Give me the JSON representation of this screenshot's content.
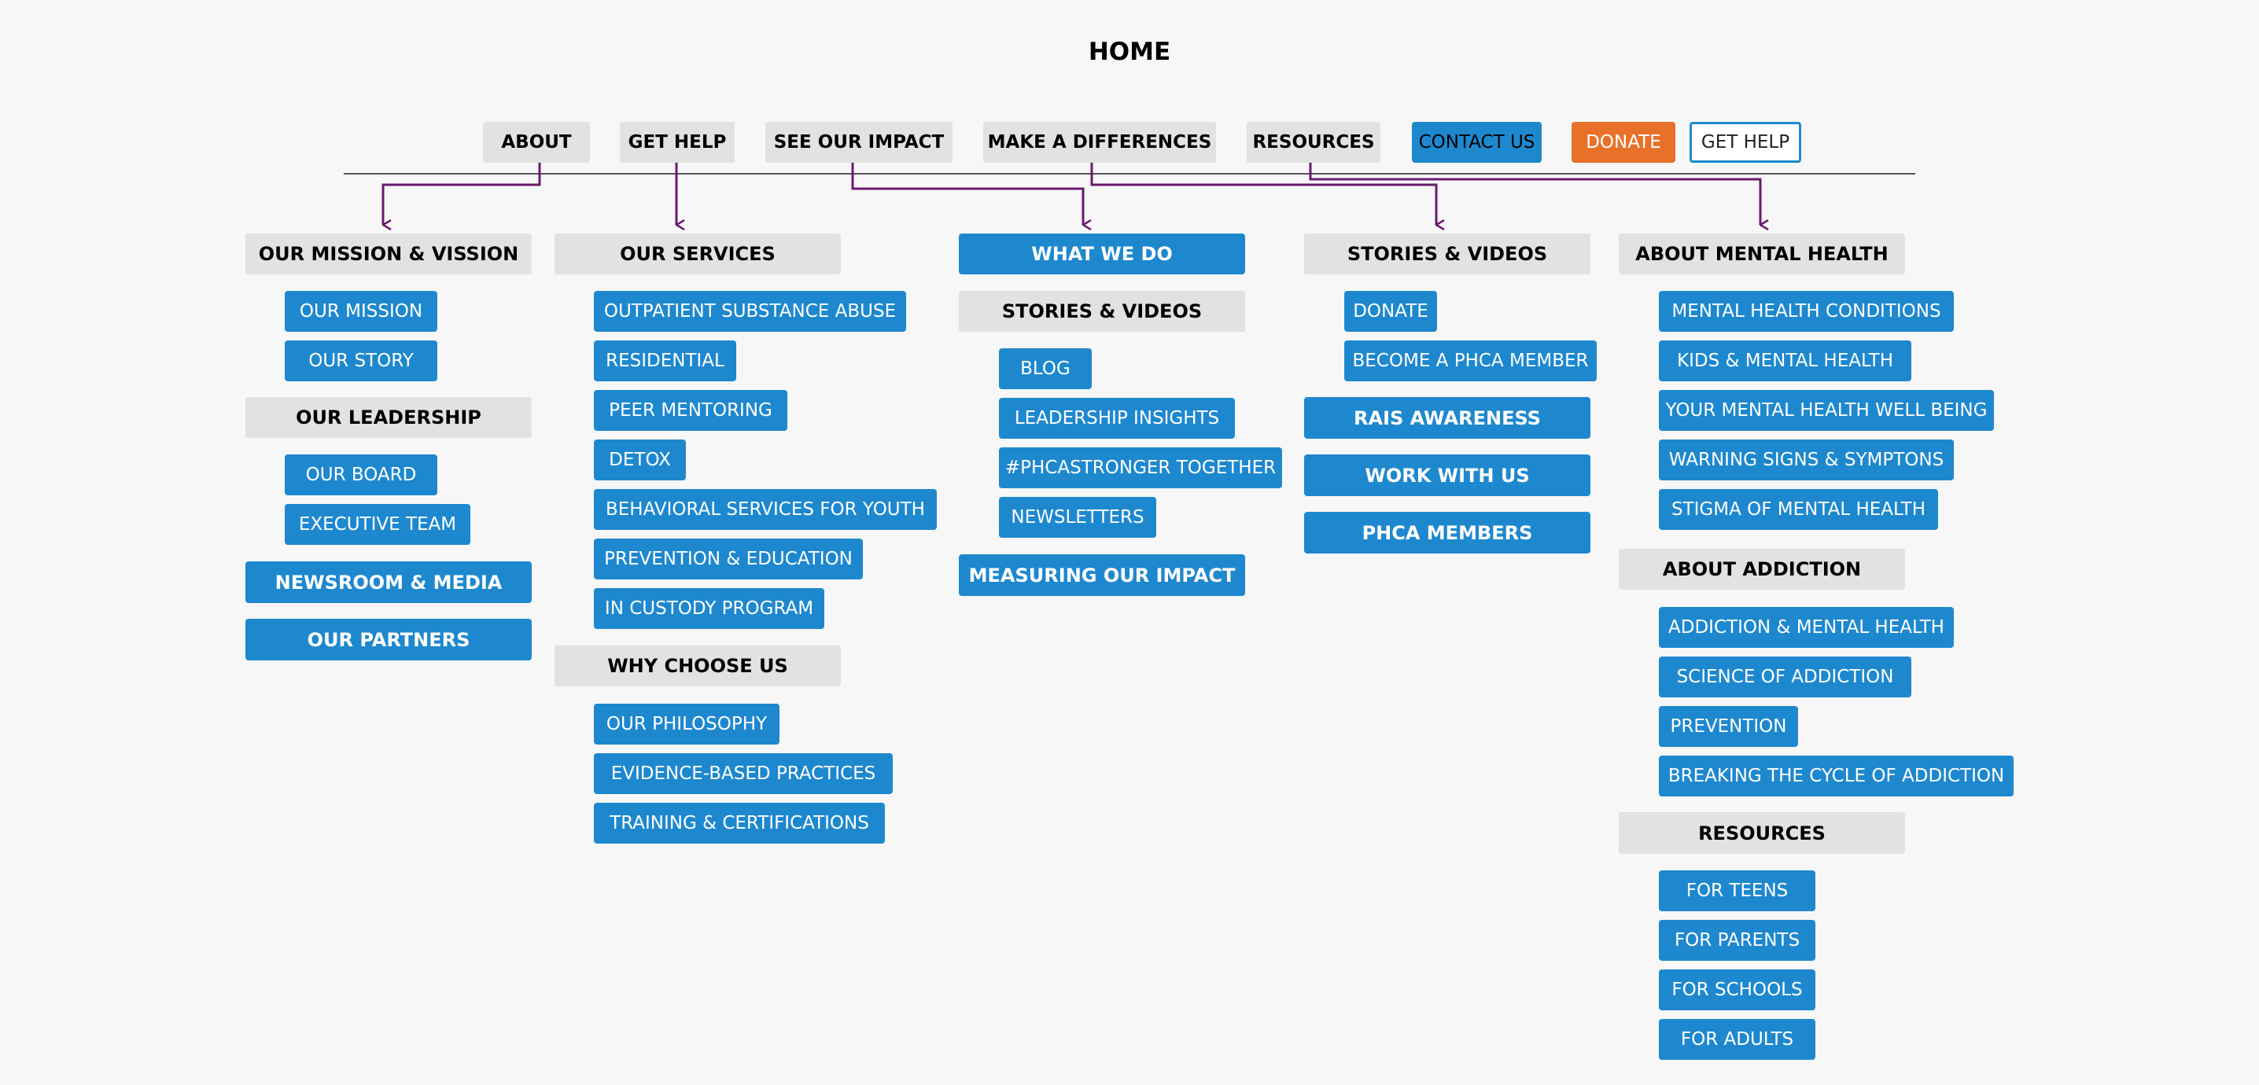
{
  "title": "HOME",
  "nav": {
    "about": "ABOUT",
    "get_help": "GET HELP",
    "see_our_impact": "SEE OUR IMPACT",
    "make_a_differences": "MAKE A DIFFERENCES",
    "resources": "RESOURCES",
    "contact_us": "CONTACT US",
    "donate": "DONATE",
    "get_help_button": "GET HELP"
  },
  "about_col": {
    "mission_heading": "OUR MISSION & VISSION",
    "our_mission": "OUR MISSION",
    "our_story": "OUR STORY",
    "leadership_heading": "OUR LEADERSHIP",
    "our_board": "OUR BOARD",
    "executive_team": "EXECUTIVE TEAM",
    "newsroom": "NEWSROOM & MEDIA",
    "partners": "OUR PARTNERS"
  },
  "help_col": {
    "services_heading": "OUR SERVICES",
    "services": [
      "OUTPATIENT SUBSTANCE ABUSE",
      "RESIDENTIAL",
      "PEER MENTORING",
      "DETOX",
      "BEHAVIORAL SERVICES FOR YOUTH",
      "PREVENTION & EDUCATION",
      "IN CUSTODY PROGRAM"
    ],
    "why_heading": "WHY CHOOSE US",
    "why": [
      "OUR PHILOSOPHY",
      "EVIDENCE-BASED PRACTICES",
      "TRAINING & CERTIFICATIONS"
    ]
  },
  "impact_col": {
    "what_we_do": "WHAT WE DO",
    "stories_heading": "STORIES & VIDEOS",
    "stories": [
      "BLOG",
      "LEADERSHIP INSIGHTS",
      "#PHCASTRONGER TOGETHER",
      "NEWSLETTERS"
    ],
    "measuring": "MEASURING OUR IMPACT"
  },
  "diff_col": {
    "stories_heading": "STORIES & VIDEOS",
    "donate": "DONATE",
    "member": "BECOME A PHCA MEMBER",
    "rais": "RAIS AWARENESS",
    "work": "WORK WITH US",
    "members": "PHCA MEMBERS"
  },
  "res_col": {
    "mental_heading": "ABOUT MENTAL HEALTH",
    "mental": [
      "MENTAL HEALTH CONDITIONS",
      "KIDS & MENTAL HEALTH",
      "YOUR MENTAL HEALTH WELL BEING",
      "WARNING SIGNS & SYMPTONS",
      "STIGMA OF MENTAL HEALTH"
    ],
    "addiction_heading": "ABOUT ADDICTION",
    "addiction": [
      "ADDICTION & MENTAL HEALTH",
      "SCIENCE OF ADDICTION",
      "PREVENTION",
      "BREAKING THE CYCLE OF ADDICTION"
    ],
    "resources_heading": "RESOURCES",
    "resources": [
      "FOR TEENS",
      "FOR PARENTS",
      "FOR SCHOOLS",
      "FOR ADULTS"
    ]
  },
  "colors": {
    "background": "#f7f7f7",
    "blue": "#1e88cf",
    "gray": "#e1e2e1",
    "orange": "#e8712a",
    "connector": "#6a1b6e"
  }
}
